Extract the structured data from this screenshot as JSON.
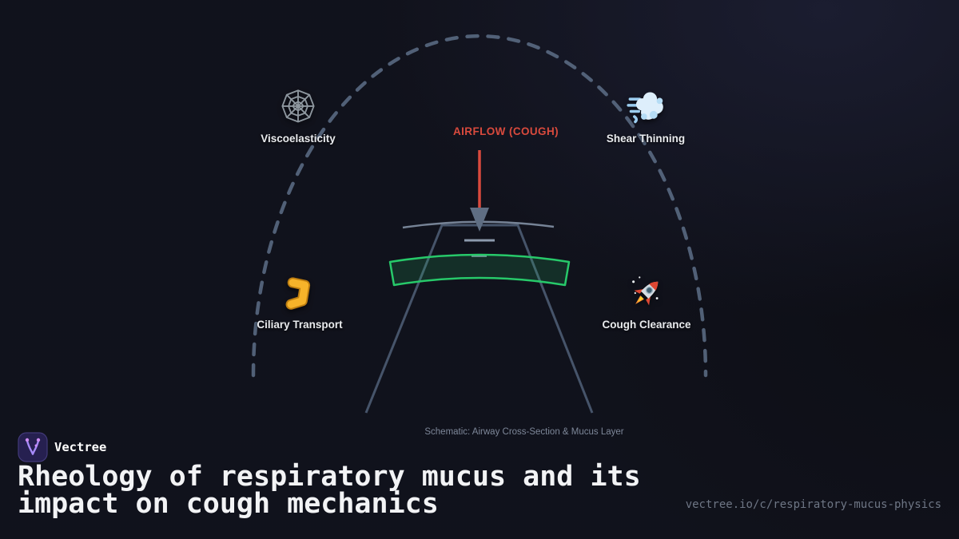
{
  "brand": {
    "name": "Vectree",
    "logo_icon": "vectree-branch-icon"
  },
  "title": {
    "line1": "Rheology of respiratory mucus and its",
    "line2": "impact on cough mechanics"
  },
  "url": "vectree.io/c/respiratory-mucus-physics",
  "diagram": {
    "airflow_label": "AIRFLOW (COUGH)",
    "caption": "Schematic: Airway Cross-Section & Mucus Layer",
    "features": [
      {
        "label": "Viscoelasticity",
        "icon": "spider-web-icon"
      },
      {
        "label": "Shear Thinning",
        "icon": "wind-dash-icon"
      },
      {
        "label": "Ciliary Transport",
        "icon": "leg-icon"
      },
      {
        "label": "Cough Clearance",
        "icon": "rocket-icon"
      }
    ]
  },
  "colors": {
    "bg": "#0d0e15",
    "bg-glow": "#1b1d30",
    "slate": "#4b5a71",
    "slate-light": "#8290a4",
    "slate-dash": "#5d6e87",
    "red": "#d94a3d",
    "green": "#27c96a",
    "green-fill": "rgba(39,201,106,0.16)",
    "purple": "#a78bfa",
    "text": "#f2f3f5",
    "muted": "#6e7685",
    "caption": "#7d8799",
    "label": "#e9ebee"
  }
}
